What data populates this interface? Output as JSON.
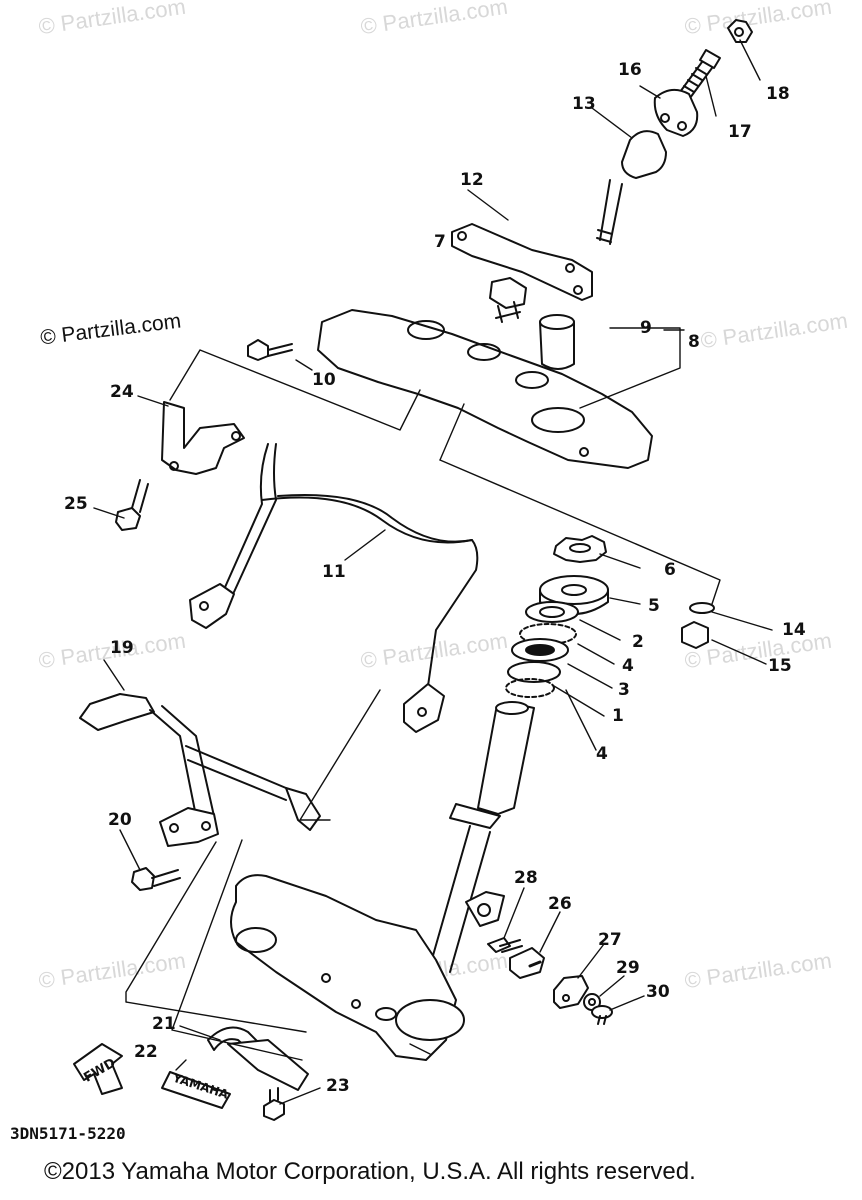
{
  "watermark": "© Partzilla.com",
  "diagram_code": "3DN5171-5220",
  "copyright": "©2013 Yamaha Motor Corporation, U.S.A. All rights reserved.",
  "fwd_label": "FWD",
  "brand_label": "YAMAHA",
  "callouts": [
    "1",
    "2",
    "3",
    "4",
    "4",
    "5",
    "6",
    "7",
    "8",
    "9",
    "10",
    "11",
    "12",
    "13",
    "14",
    "15",
    "16",
    "17",
    "18",
    "19",
    "20",
    "21",
    "22",
    "23",
    "24",
    "25",
    "26",
    "27",
    "28",
    "29",
    "30"
  ]
}
